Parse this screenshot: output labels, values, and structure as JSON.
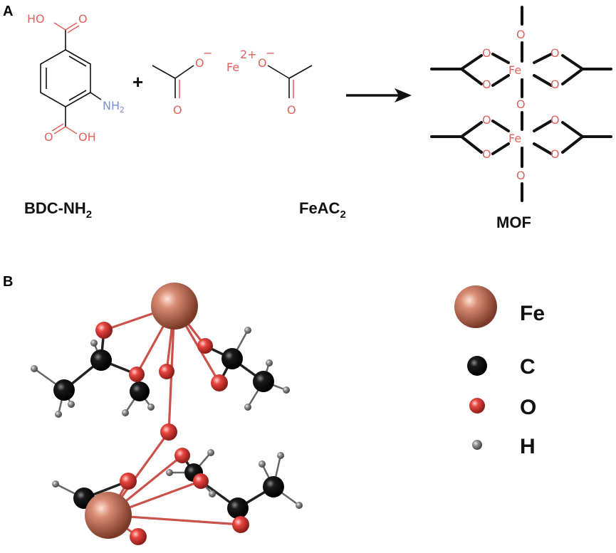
{
  "panels": {
    "a_label": "A",
    "b_label": "B"
  },
  "scheme": {
    "plus": "+",
    "bdc": {
      "name_main": "BDC-NH",
      "name_sub": "2",
      "atoms": {
        "oh_top": "HO",
        "o_top": "O",
        "nh2_main": "NH",
        "nh2_sub": "2",
        "o_bottom": "O",
        "oh_bottom": "OH"
      }
    },
    "feac": {
      "name_main": "FeAC",
      "name_sub": "2",
      "atoms": {
        "o_minus_left": "O",
        "charge_left": "−",
        "fe": "Fe",
        "fe_charge": "2+",
        "o_minus_right": "O",
        "charge_right": "−",
        "o_dbl_left": "O",
        "o_dbl_right": "O"
      }
    },
    "mof": {
      "name": "MOF",
      "atoms": {
        "o": "O",
        "fe": "Fe"
      }
    }
  },
  "legend": {
    "items": [
      {
        "symbol": "Fe",
        "color": "#c0705a"
      },
      {
        "symbol": "C",
        "color": "#111111"
      },
      {
        "symbol": "O",
        "color": "#e0403f"
      },
      {
        "symbol": "H",
        "color": "#8a8a8a"
      }
    ]
  },
  "colors": {
    "atom_label_red": "#e0625e",
    "atom_label_blue": "#7a8ed6",
    "fe_ball": "#c0705a",
    "o_ball": "#e0403f",
    "c_ball": "#111111",
    "h_ball": "#8a8a8a",
    "bond_red": "#c9524a"
  }
}
